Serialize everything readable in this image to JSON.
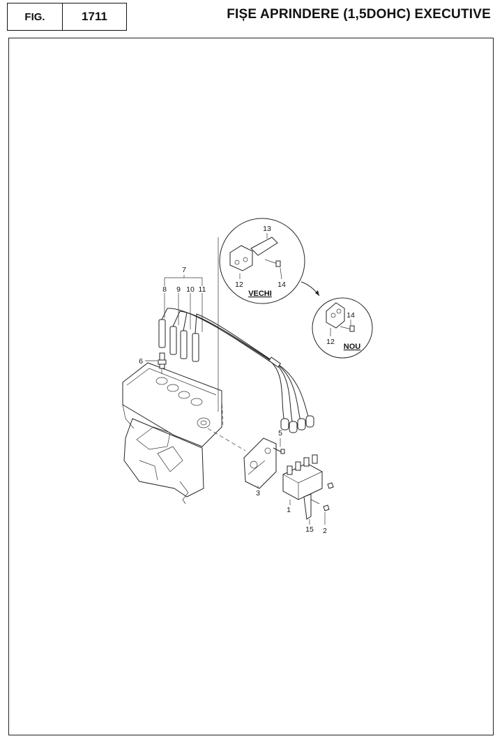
{
  "header": {
    "fig_label": "FIG.",
    "fig_number": "1711",
    "title": "FIȘE APRINDERE (1,5DOHC) EXECUTIVE"
  },
  "callouts": {
    "c1": "1",
    "c2": "2",
    "c3": "3",
    "c5": "5",
    "c6": "6",
    "c7": "7",
    "c8": "8",
    "c9": "9",
    "c10": "10",
    "c11": "11",
    "c12_old": "12",
    "c13": "13",
    "c14_old": "14",
    "c12_new": "12",
    "c14_new": "14",
    "c15": "15"
  },
  "detail_old": {
    "tag": "VECHI"
  },
  "detail_new": {
    "tag": "NOU"
  }
}
